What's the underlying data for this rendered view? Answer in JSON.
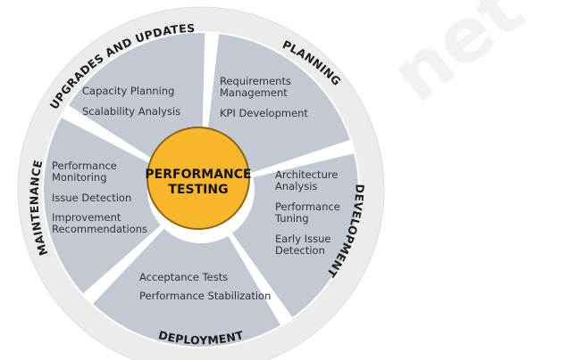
{
  "center": {
    "lines": [
      "PERFORMANCE",
      "TESTING"
    ]
  },
  "phases": [
    {
      "label": "PLANNING",
      "items": [
        "Requirements",
        "Management",
        "KPI Development"
      ]
    },
    {
      "label": "DEVELOPMENT",
      "items": [
        "Architecture",
        "Analysis",
        "Performance",
        "Tuning",
        "Early Issue",
        "Detection"
      ]
    },
    {
      "label": "DEPLOYMENT",
      "items": [
        "Acceptance Tests",
        "Performance Stabilization"
      ]
    },
    {
      "label": "MAINTENANCE",
      "items": [
        "Performance",
        "Monitoring",
        "Issue Detection",
        "Improvement",
        "Recommendations"
      ]
    },
    {
      "label": "UPGRADES AND UPDATES",
      "items": [
        "Capacity Planning",
        "Scalability Analysis"
      ]
    }
  ],
  "watermark": "net",
  "colors": {
    "ring": "#e7e7e7",
    "segment": "#c4c8d3",
    "center": "#f8b62b",
    "center_stroke": "#8a6418"
  }
}
